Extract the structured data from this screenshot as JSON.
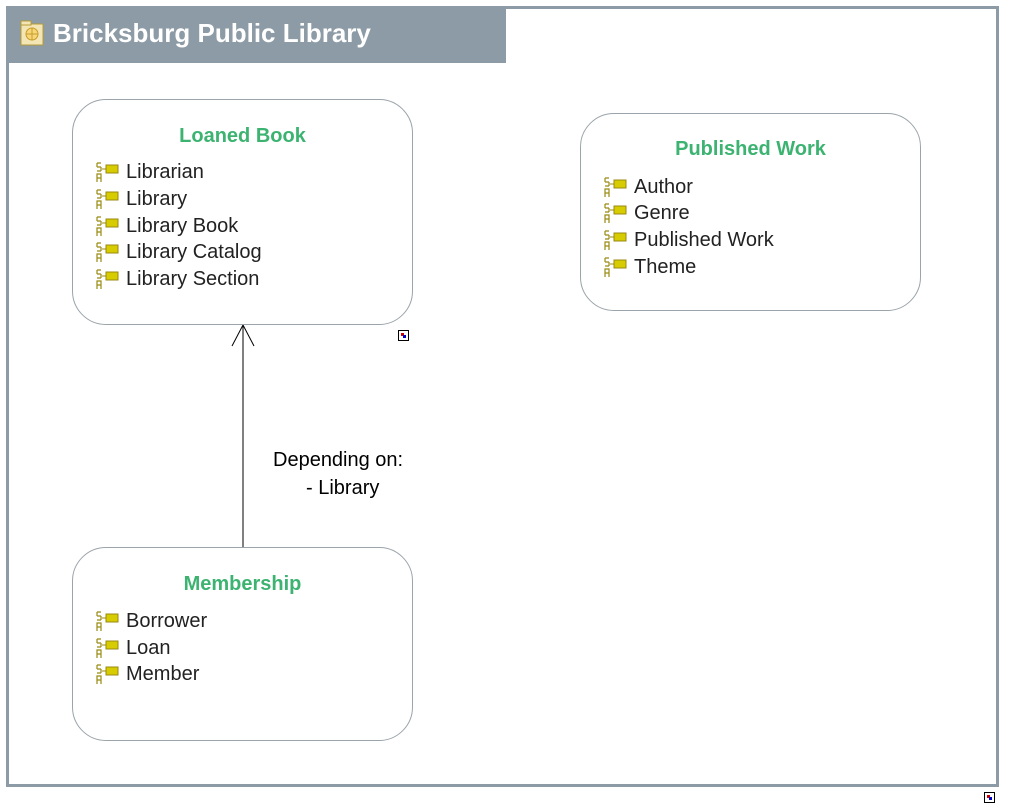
{
  "diagram": {
    "title": "Bricksburg Public Library",
    "title_icon": "package-icon",
    "title_color": "#ffffff",
    "header_color": "#8c9ba5",
    "box_title_color": "#3cb371",
    "modules": [
      {
        "title": "Loaned Book",
        "items": [
          "Librarian",
          "Library",
          "Library Book",
          "Library Catalog",
          "Library Section"
        ]
      },
      {
        "title": "Published Work",
        "items": [
          "Author",
          "Genre",
          "Published Work",
          "Theme"
        ]
      },
      {
        "title": "Membership",
        "items": [
          "Borrower",
          "Loan",
          "Member"
        ]
      }
    ],
    "item_icon": "entity-type-icon",
    "dependency": {
      "from": "Membership",
      "to": "Loaned Book",
      "label_line1": "Depending on:",
      "label_line2": "- Library"
    }
  }
}
